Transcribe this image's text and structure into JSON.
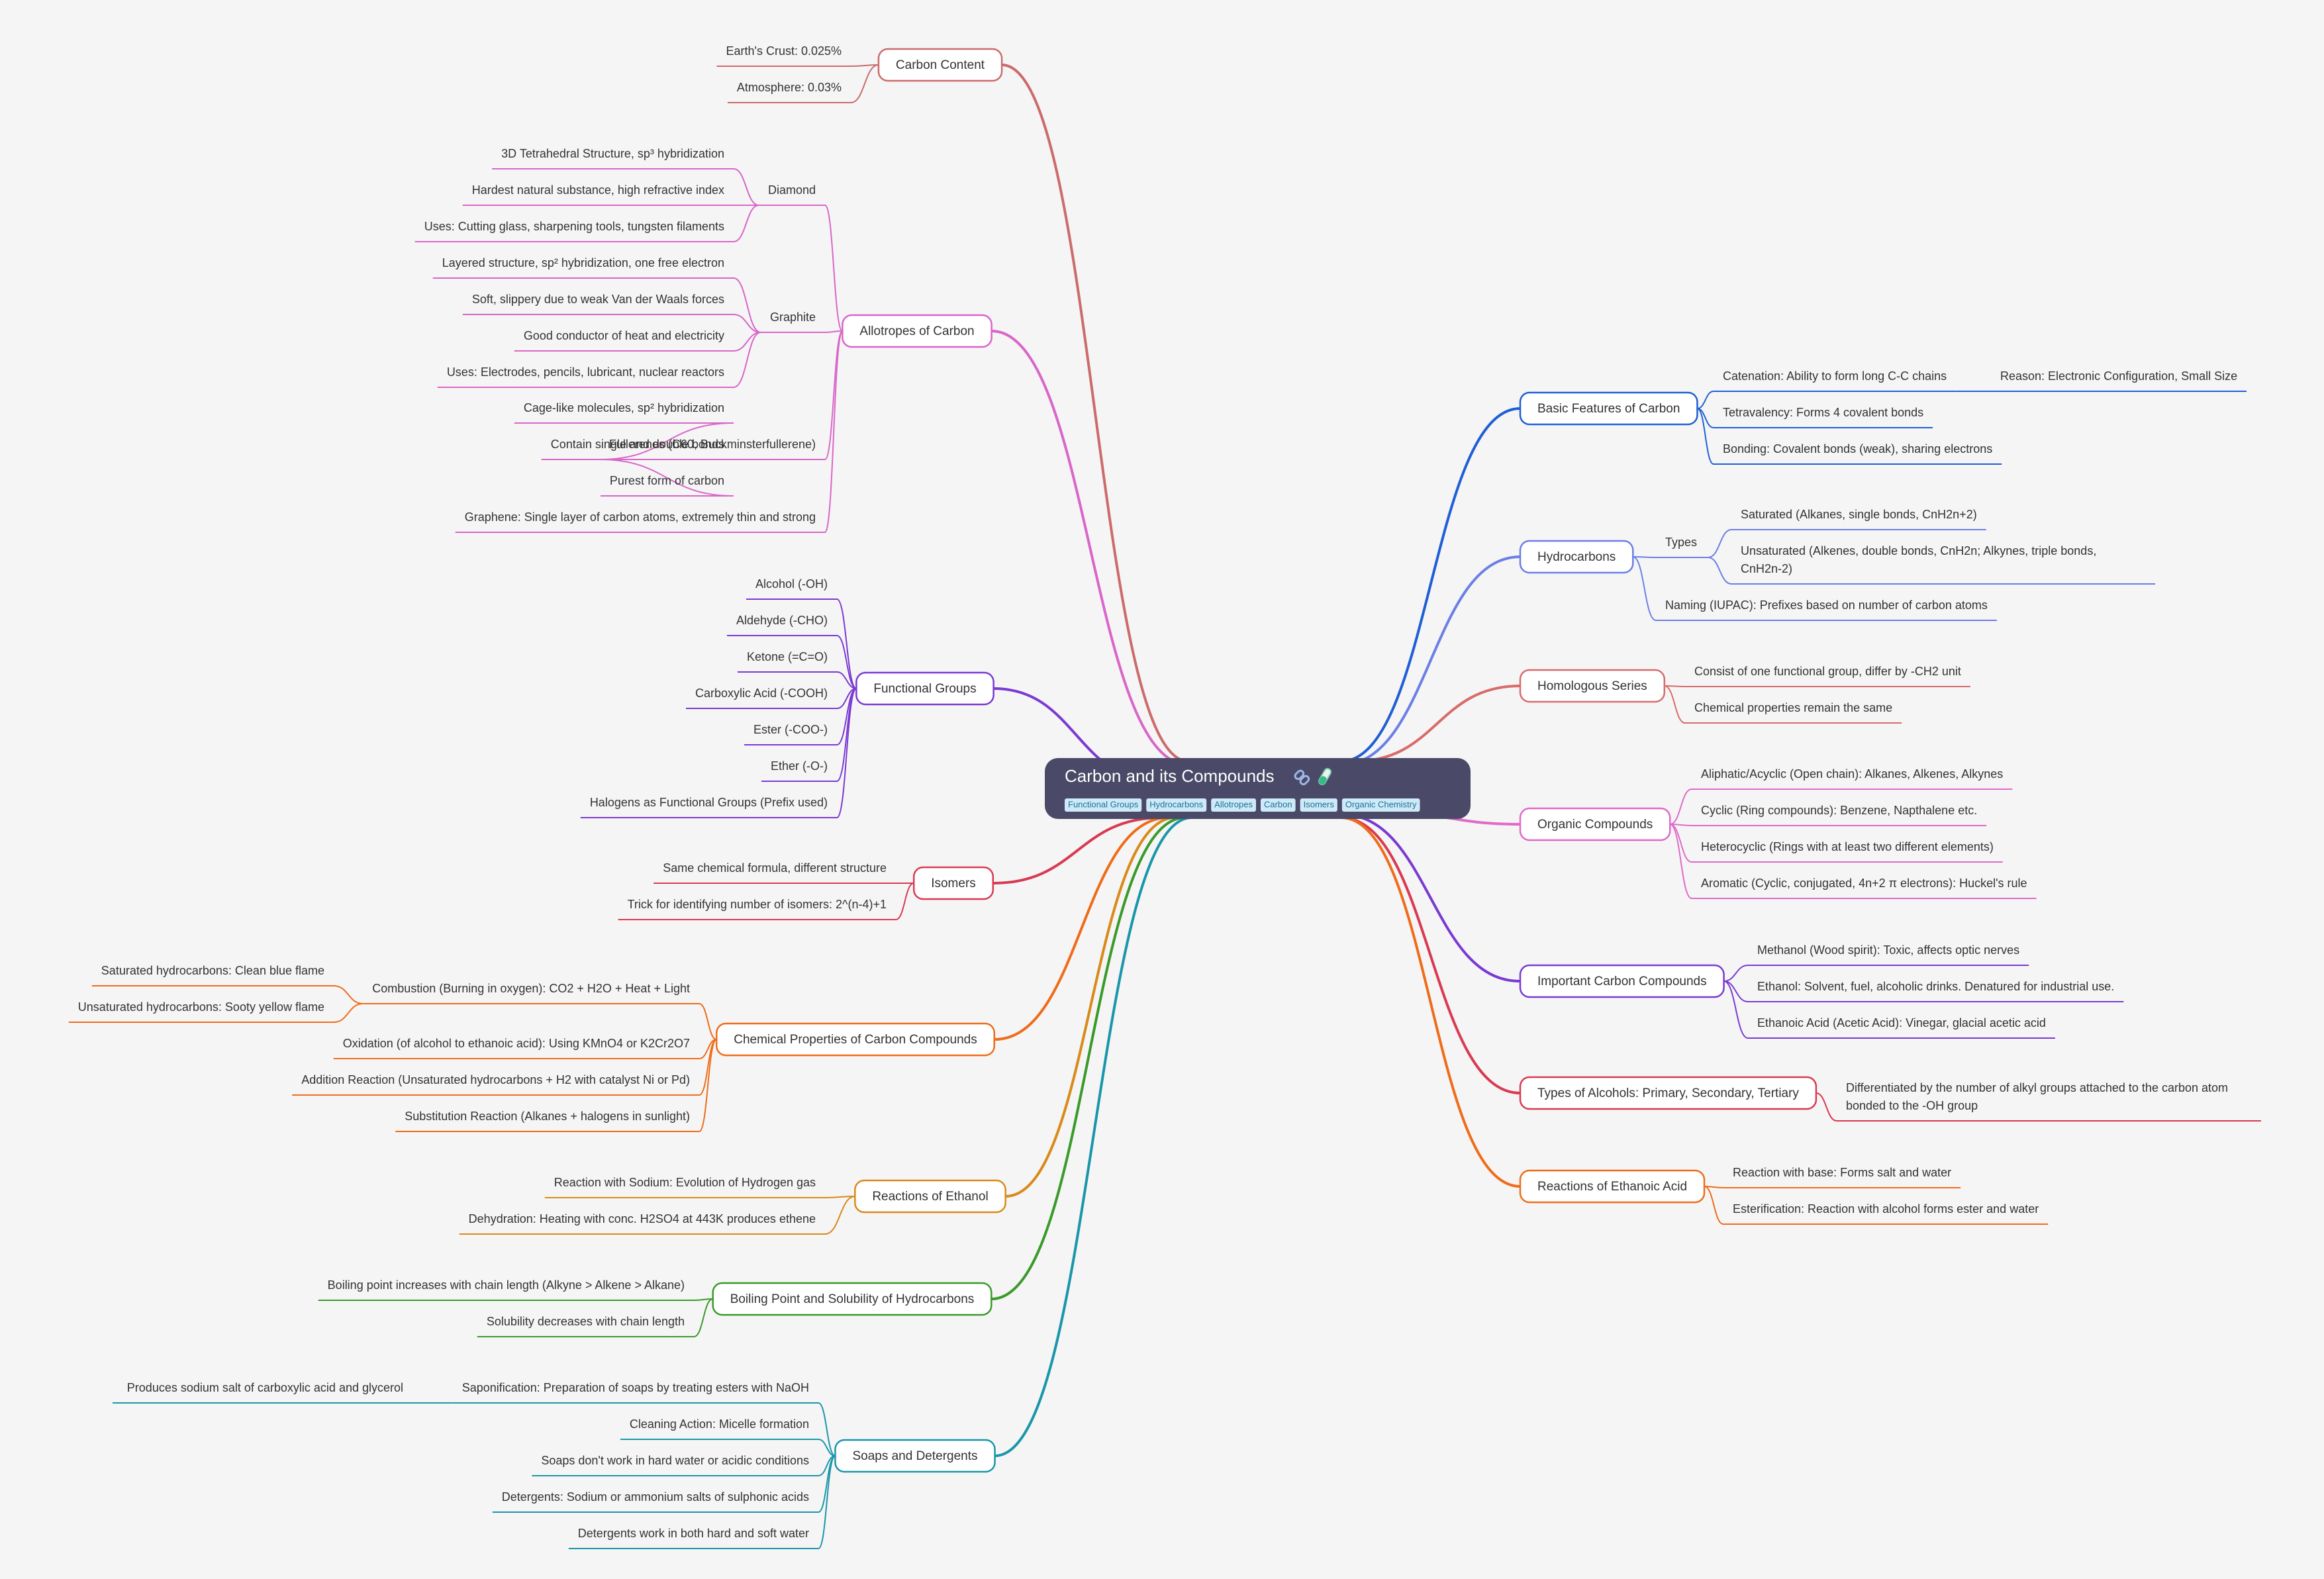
{
  "central": {
    "title": "Carbon and its Compounds",
    "icons": [
      "link-icon",
      "test-tube-icon"
    ],
    "tags": [
      "Functional Groups",
      "Hydrocarbons",
      "Allotropes",
      "Carbon",
      "Isomers",
      "Organic Chemistry"
    ],
    "fill": "#4a4a68"
  },
  "colors": {
    "carbon_content": "#cc6b6b",
    "allotropes": "#d966c9",
    "functional_groups": "#7b3ad3",
    "isomers": "#d93a52",
    "chemical_properties": "#ef6c1a",
    "reactions_ethanol": "#d98a1a",
    "boiling_point": "#3a9a2a",
    "soaps": "#1a96aa",
    "basic_features": "#1f5fd6",
    "hydrocarbons": "#6b7fe6",
    "homologous": "#d96b6b",
    "organic_compounds": "#e06ac9",
    "important_compounds": "#7a3ad3",
    "alcohols": "#d93a52",
    "ethanoic_reactions": "#ef6c1a"
  },
  "left": {
    "carbon_content": {
      "label": "Carbon Content",
      "children": [
        "Earth's Crust: 0.025%",
        "Atmosphere: 0.03%"
      ]
    },
    "allotropes": {
      "label": "Allotropes of Carbon",
      "diamond": {
        "label": "Diamond",
        "children": [
          "3D Tetrahedral Structure, sp³ hybridization",
          "Hardest natural substance, high refractive index",
          "Uses: Cutting glass, sharpening tools, tungsten filaments"
        ]
      },
      "graphite": {
        "label": "Graphite",
        "children": [
          "Layered structure, sp² hybridization, one free electron",
          "Soft, slippery due to weak Van der Waals forces",
          "Good conductor of heat and electricity",
          "Uses: Electrodes, pencils, lubricant, nuclear reactors"
        ]
      },
      "fullerenes": {
        "label": "Fullerenes (C60, Buckminsterfullerene)",
        "children": [
          "Cage-like molecules, sp² hybridization",
          "Contain single and double bonds",
          "Purest form of carbon"
        ]
      },
      "graphene": "Graphene: Single layer of carbon atoms, extremely thin and strong"
    },
    "functional_groups": {
      "label": "Functional Groups",
      "children": [
        "Alcohol (-OH)",
        "Aldehyde (-CHO)",
        "Ketone (=C=O)",
        "Carboxylic Acid (-COOH)",
        "Ester (-COO-)",
        "Ether (-O-)",
        "Halogens as Functional Groups (Prefix used)"
      ]
    },
    "isomers": {
      "label": "Isomers",
      "children": [
        "Same chemical formula, different structure",
        "Trick for identifying number of isomers: 2^(n-4)+1"
      ]
    },
    "chemical_properties": {
      "label": "Chemical Properties of Carbon Compounds",
      "combustion": {
        "label": "Combustion (Burning in oxygen): CO2 + H2O + Heat + Light",
        "children": [
          "Saturated hydrocarbons: Clean blue flame",
          "Unsaturated hydrocarbons: Sooty yellow flame"
        ]
      },
      "children": [
        "Oxidation (of alcohol to ethanoic acid): Using KMnO4 or K2Cr2O7",
        "Addition Reaction (Unsaturated hydrocarbons + H2 with catalyst Ni or Pd)",
        "Substitution Reaction (Alkanes + halogens in sunlight)"
      ]
    },
    "reactions_ethanol": {
      "label": "Reactions of Ethanol",
      "children": [
        "Reaction with Sodium: Evolution of Hydrogen gas",
        "Dehydration: Heating with conc. H2SO4 at 443K produces ethene"
      ]
    },
    "boiling_point": {
      "label": "Boiling Point and Solubility of Hydrocarbons",
      "children": [
        "Boiling point increases with chain length (Alkyne > Alkene > Alkane)",
        "Solubility decreases with chain length"
      ]
    },
    "soaps": {
      "label": "Soaps and Detergents",
      "saponification": {
        "label": "Saponification: Preparation of soaps by treating esters with NaOH",
        "children": [
          "Produces sodium salt of carboxylic acid and glycerol"
        ]
      },
      "children": [
        "Cleaning Action: Micelle formation",
        "Soaps don't work in hard water or acidic conditions",
        "Detergents: Sodium or ammonium salts of sulphonic acids",
        "Detergents work in both hard and soft water"
      ]
    }
  },
  "right": {
    "basic_features": {
      "label": "Basic Features of Carbon",
      "catenation": {
        "label": "Catenation: Ability to form long C-C chains",
        "children": [
          "Reason: Electronic Configuration, Small Size"
        ]
      },
      "children": [
        "Tetravalency: Forms 4 covalent bonds",
        "Bonding: Covalent bonds (weak), sharing electrons"
      ]
    },
    "hydrocarbons": {
      "label": "Hydrocarbons",
      "types": {
        "label": "Types",
        "children": [
          "Saturated (Alkanes, single bonds, CnH2n+2)",
          "Unsaturated (Alkenes, double bonds, CnH2n; Alkynes, triple bonds,",
          "CnH2n-2)"
        ]
      },
      "naming": "Naming (IUPAC): Prefixes based on number of carbon atoms"
    },
    "homologous": {
      "label": "Homologous Series",
      "children": [
        "Consist of one functional group, differ by -CH2 unit",
        "Chemical properties remain the same"
      ]
    },
    "organic_compounds": {
      "label": "Organic Compounds",
      "children": [
        "Aliphatic/Acyclic (Open chain): Alkanes, Alkenes, Alkynes",
        "Cyclic (Ring compounds): Benzene, Napthalene etc.",
        "Heterocyclic (Rings with at least two different elements)",
        "Aromatic (Cyclic, conjugated, 4n+2 π electrons): Huckel's rule"
      ]
    },
    "important_compounds": {
      "label": "Important Carbon Compounds",
      "children": [
        "Methanol (Wood spirit): Toxic, affects optic nerves",
        "Ethanol: Solvent, fuel, alcoholic drinks. Denatured for industrial use.",
        "Ethanoic Acid (Acetic Acid): Vinegar, glacial acetic acid"
      ]
    },
    "alcohols": {
      "label": "Types of Alcohols: Primary, Secondary, Tertiary",
      "children": [
        "Differentiated by the number of alkyl groups attached to the carbon atom",
        "bonded to the -OH group"
      ]
    },
    "ethanoic_reactions": {
      "label": "Reactions of Ethanoic Acid",
      "children": [
        "Reaction with base: Forms salt and water",
        "Esterification: Reaction with alcohol forms ester and water"
      ]
    }
  }
}
